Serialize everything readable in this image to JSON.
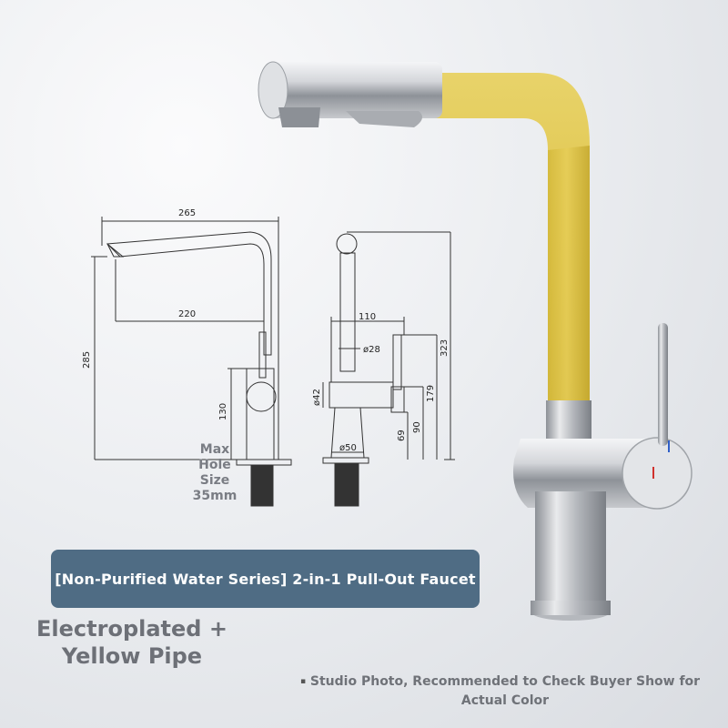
{
  "dimensions": {
    "side_width": "265",
    "side_reach": "220",
    "side_height": "285",
    "side_base": "130",
    "front_lever": "110",
    "front_spout_dia": "ø28",
    "front_body_dia": "ø42",
    "front_base_dia": "ø50",
    "front_total": "323",
    "front_spout_height": "179",
    "front_handle_height": "90",
    "front_body_height": "69"
  },
  "max_hole": {
    "line1": "Max",
    "line2": "Hole",
    "line3": "Size",
    "line4": "35mm"
  },
  "banner": {
    "text": "[Non-Purified Water Series] 2-in-1 Pull-Out Faucet"
  },
  "finish": {
    "line1": "Electroplated +",
    "line2": "Yellow Pipe"
  },
  "note": {
    "bullet": "▪",
    "line1": "Studio Photo, Recommended to Check Buyer Show for",
    "line2": "Actual Color"
  },
  "colors": {
    "yellow_pipe": "#e1c84e",
    "chrome": "#c9ccd1",
    "banner": "#4f6c84"
  }
}
